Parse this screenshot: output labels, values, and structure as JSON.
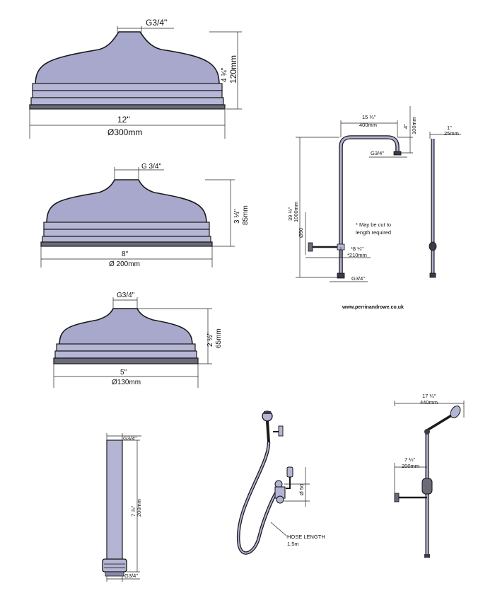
{
  "rose_12": {
    "thread": "G3/4\"",
    "height_in": "4 ¾\"",
    "height_mm": "120mm",
    "width_in": "12\"",
    "width_mm": "Ø300mm"
  },
  "rose_8": {
    "thread": "G 3/4\"",
    "height_in": "3 ⅓\"",
    "height_mm": "85mm",
    "width_in": "8\"",
    "width_mm": "Ø 200mm"
  },
  "rose_5": {
    "thread": "G3/4\"",
    "height_in": "2 ½\"",
    "height_mm": "65mm",
    "width_in": "5\"",
    "width_mm": "Ø130mm"
  },
  "riser": {
    "arm_in": "15 ¾\"",
    "arm_mm": "400mm",
    "drop_in": "4\"",
    "drop_mm": "100mm",
    "outlet_thread": "G3/4\"",
    "height_in": "39 ⅓\"",
    "height_mm": "1000mm",
    "diameter": "Ø50",
    "note_line1": "* May be cut to",
    "note_line2": "length required",
    "bracket_in": "*8 ¼\"",
    "bracket_mm": "*210mm",
    "inlet_thread": "G3/4\"",
    "rod_in": "1\"",
    "rod_mm": "25mm",
    "website": "www.perrinandrowe.co.uk"
  },
  "extension": {
    "thread_top": "G3/4\"",
    "length_in": "7 ⅞\"",
    "length_mm": "200mm",
    "thread_bottom": "G3/4\""
  },
  "hose_kit": {
    "diameter": "Ø 50",
    "hose_label": "HOSE LENGTH",
    "hose_length": "1.5m"
  },
  "rail_kit": {
    "width_in": "17 ¼\"",
    "width_mm": "440mm",
    "bracket_in": "7 ¼\"",
    "bracket_mm": "200mm"
  }
}
